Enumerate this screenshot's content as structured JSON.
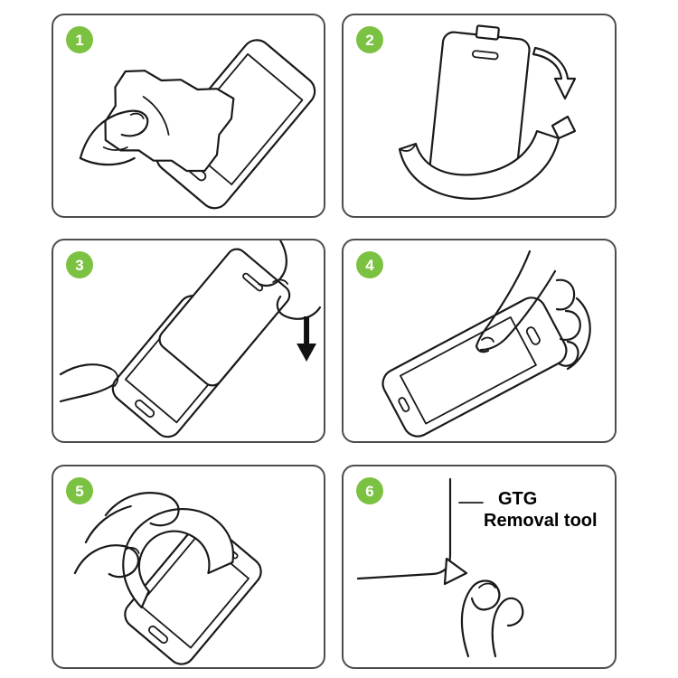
{
  "colors": {
    "badge_green": "#7cc242",
    "line_black": "#1a1a1a",
    "label_text": "#000000"
  },
  "steps": [
    {
      "number": "1",
      "icon": "wipe-phone-with-cleaning-cloth-illustration"
    },
    {
      "number": "2",
      "icon": "peel-backing-film-with-arrow-illustration"
    },
    {
      "number": "3",
      "icon": "align-glass-over-phone-illustration"
    },
    {
      "number": "4",
      "icon": "press-finger-on-screen-illustration"
    },
    {
      "number": "5",
      "icon": "peel-off-layer-from-phone-illustration"
    },
    {
      "number": "6",
      "icon": "removal-tool-at-corner-illustration",
      "label": {
        "line1": "GTG",
        "line2": "Removal tool"
      }
    }
  ]
}
